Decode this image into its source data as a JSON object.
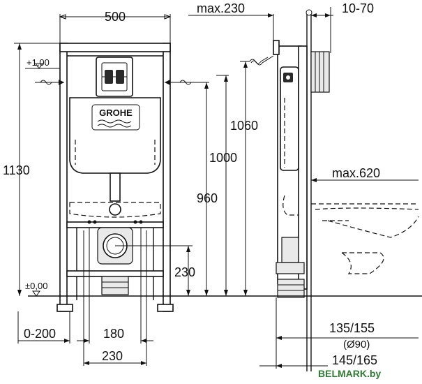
{
  "front_view": {
    "width": "500",
    "height_total": "1130",
    "level_top": "+1,00",
    "level_floor": "±0,00",
    "h_1060": "1060",
    "h_1000": "1000",
    "h_960": "960",
    "drain_height": "230",
    "offset": "0-200",
    "spacing_180": "180",
    "spacing_230": "230",
    "brand_logo": "GROHE"
  },
  "side_view": {
    "max_230": "max.230",
    "depth_10_70": "10-70",
    "max_620": "max.620",
    "drain_offset_1": "135/155",
    "pipe_diameter": "(Ø90)",
    "drain_offset_2": "145/165"
  },
  "watermark": "BELMARK.by"
}
